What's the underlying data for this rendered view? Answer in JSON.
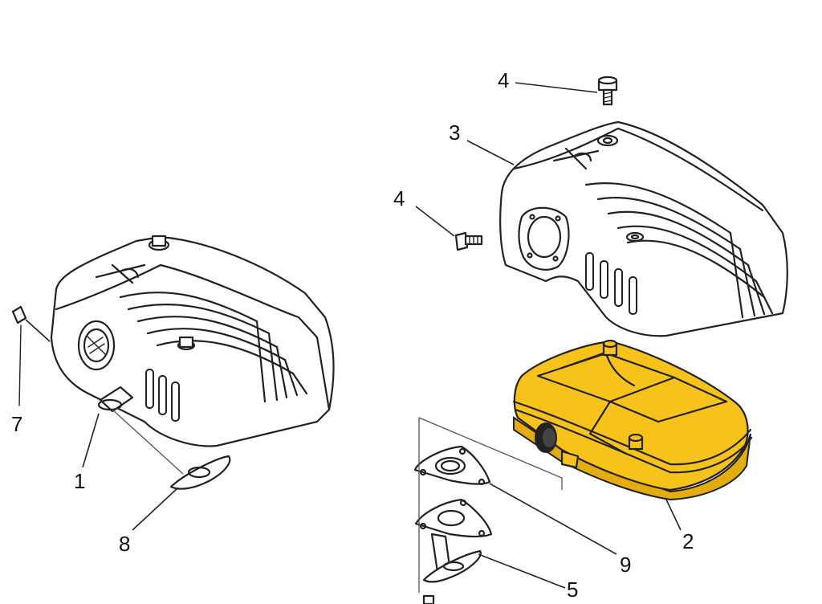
{
  "diagram": {
    "callouts": [
      {
        "id": "callout-1",
        "text": "1"
      },
      {
        "id": "callout-2",
        "text": "2"
      },
      {
        "id": "callout-3",
        "text": "3"
      },
      {
        "id": "callout-4a",
        "text": "4"
      },
      {
        "id": "callout-4b",
        "text": "4"
      },
      {
        "id": "callout-5",
        "text": "5"
      },
      {
        "id": "callout-7",
        "text": "7"
      },
      {
        "id": "callout-8",
        "text": "8"
      },
      {
        "id": "callout-9",
        "text": "9"
      }
    ],
    "colors": {
      "highlight": "#f7c21a",
      "linework": "#222222",
      "background": "#ffffff"
    }
  }
}
